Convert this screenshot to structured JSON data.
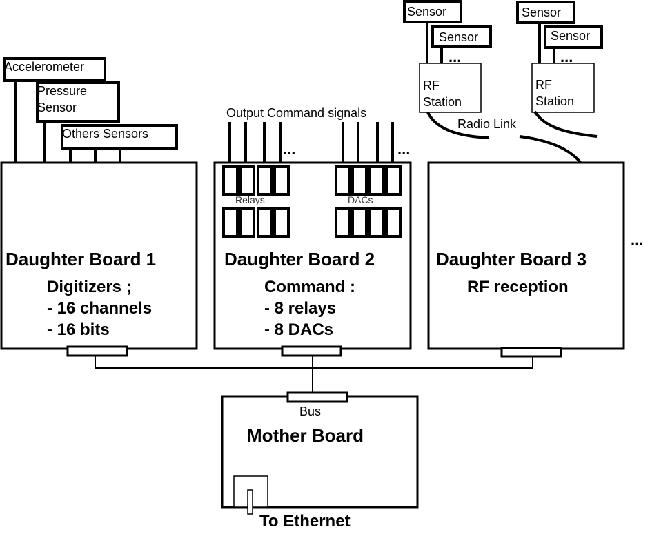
{
  "sensors_left": {
    "accelerometer": "Accelerometer",
    "pressure_line1": "Pressure",
    "pressure_line2": "Sensor",
    "others": "Others Sensors"
  },
  "daughter_board_1": {
    "title": "Daughter Board 1",
    "lines": [
      "Digitizers ;",
      "- 16 channels",
      "- 16 bits"
    ]
  },
  "daughter_board_2": {
    "title": "Daughter Board 2",
    "lines": [
      "Command :",
      "- 8 relays",
      "- 8 DACs"
    ],
    "output_label": "Output Command signals",
    "relays_label": "Relays",
    "dacs_label": "DACs"
  },
  "daughter_board_3": {
    "title": "Daughter Board 3",
    "lines": [
      "RF reception"
    ]
  },
  "rf_stations": [
    {
      "line1": "RF",
      "line2": "Station",
      "sensors": [
        "Sensor",
        "Sensor"
      ]
    },
    {
      "line1": "RF",
      "line2": "Station",
      "sensors": [
        "Sensor",
        "Sensor"
      ]
    }
  ],
  "radio_link_label": "Radio Link",
  "mother_board": {
    "title": "Mother Board",
    "bus_label": "Bus",
    "ethernet_label": "To Ethernet"
  },
  "ellipsis": "..."
}
